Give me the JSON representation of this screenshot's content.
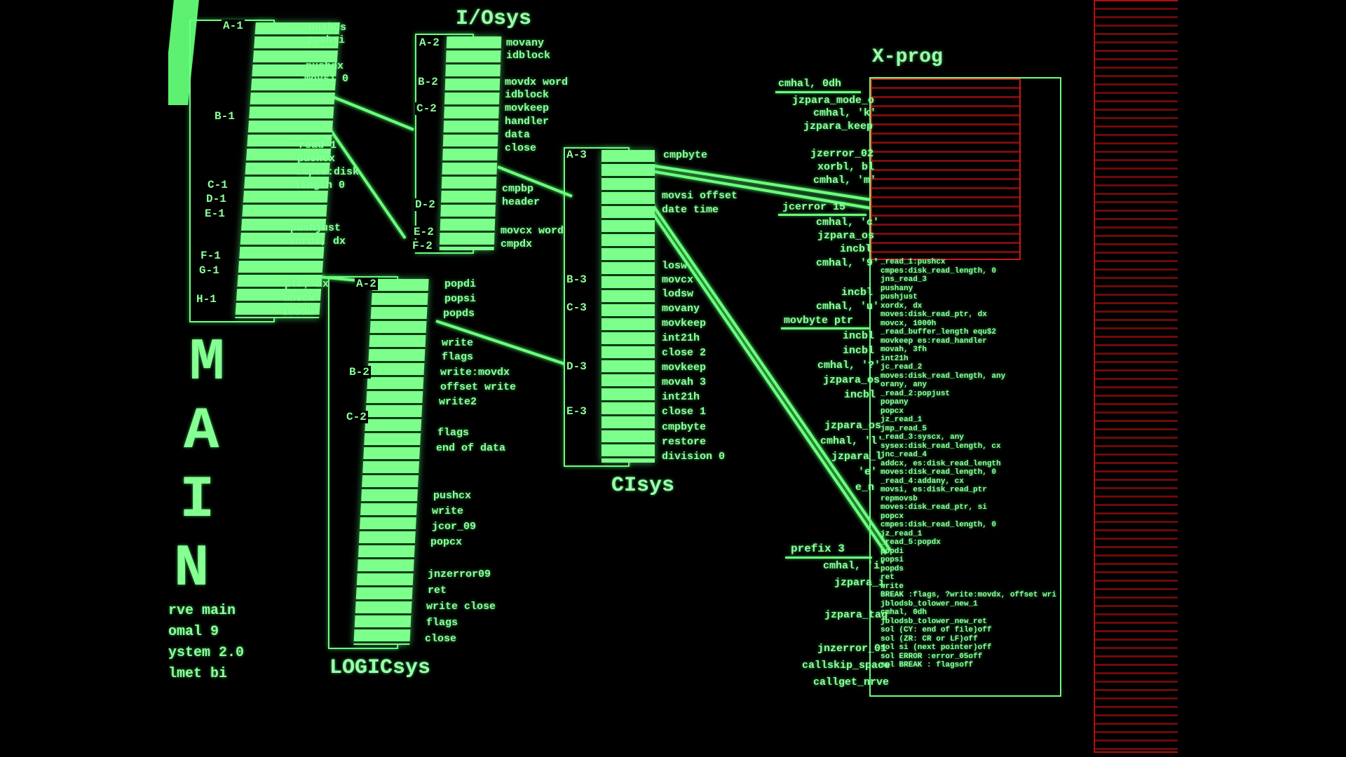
{
  "titles": {
    "io": "I/Osys",
    "ci": "CIsys",
    "logic": "LOGICsys",
    "xprog": "X-prog",
    "main": [
      "M",
      "A",
      "I",
      "N"
    ]
  },
  "main_tags": [
    "A-1",
    "B-1",
    "C-1",
    "D-1",
    "E-1",
    "F-1",
    "G-1",
    "H-1"
  ],
  "main_labels": [
    "pushds",
    "pushsi",
    "pushdx",
    "movsi 0",
    "read 1",
    "pushcx",
    "cmpes:disk",
    "length 0",
    "pushjust",
    "xordx, dx",
    "ptr, dx",
    "movcx",
    "1000h"
  ],
  "main_footer": [
    "rve main",
    "omal 9",
    "ystem 2.0",
    "lmet bi"
  ],
  "io_tags": [
    "A-2",
    "B-2",
    "C-2",
    "D-2",
    "E-2",
    "F-2"
  ],
  "io_labels": [
    "movany",
    "idblock",
    "movdx word",
    "idblock",
    "movkeep",
    "handler",
    "data",
    "close",
    "cmpbp",
    "header",
    "movcx word",
    "cmpdx"
  ],
  "logic_tags": [
    "A-2",
    "B-2",
    "C-2"
  ],
  "logic_labels": [
    "popdi",
    "popsi",
    "popds",
    "write",
    "flags",
    "write:movdx",
    "offset write",
    "write2",
    "flags",
    "end of data",
    "pushcx",
    "write",
    "jcor_09",
    "popcx",
    "jnzerror09",
    "ret",
    "write close",
    "flags",
    "close"
  ],
  "ci_tags": [
    "A-3",
    "B-3",
    "C-3",
    "D-3",
    "E-3"
  ],
  "ci_labels": [
    "cmpbyte",
    "movsi offset",
    "date time",
    "losw",
    "movcx",
    "lodsw",
    "movany",
    "movkeep",
    "int21h",
    "close 2",
    "movkeep",
    "movah 3",
    "int21h",
    "close 1",
    "cmpbyte",
    "restore",
    "division 0"
  ],
  "x_left": [
    "cmhal, 0dh",
    "jzpara_mode_o",
    "cmhal, 'k'",
    "jzpara_keep",
    "jzerror_02",
    "xorbl, bl",
    "cmhal, 'm'",
    "jcerror 15",
    "cmhal, 'c'",
    "jzpara_os",
    "incbl",
    "cmhal, '9'",
    "incbl",
    "cmhal, 'u'",
    "movbyte ptr",
    "incbl",
    "incbl",
    "cmhal, '?'",
    "jzpara_os",
    "incbl",
    "jzpara_os",
    "cmhal, 'l'",
    "jzpara_l",
    "'e'",
    "e_n",
    "prefix 3",
    "cmhal, 'i'",
    "jzpara_i",
    "jzpara_tag",
    "jnzerror_01",
    "callskip_space",
    "callget_nrve"
  ],
  "x_code": [
    "_read_1:pushcx",
    "cmpes:disk_read_length, 0",
    "jns_read_3",
    "pushany",
    "pushjust",
    "xordx, dx",
    "moves:disk_read_ptr, dx",
    "movcx, 1000h",
    "_read_buffer_length equ$2",
    "movkeep es:read_handler",
    "movah, 3fh",
    "int21h",
    "jc_read_2",
    "moves:disk_read_length, any",
    "orany, any",
    "_read_2:popjust",
    "popany",
    "popcx",
    "jz_read_1",
    "jmp_read_5",
    "_read_3:syscx, any",
    "sysex:disk_read_length, cx",
    "jnc_read_4",
    "addcx, es:disk_read_length",
    "moves:disk_read_length, 0",
    "_read_4:addany, cx",
    "movsi, es:disk_read_ptr",
    "repmovsb",
    "moves:disk_read_ptr, si",
    "popcx",
    "cmpes:disk_read_length, 0",
    "jz_read_1",
    "_read_5:popdx",
    "popdi",
    "popsi",
    "popds",
    "ret",
    "write",
    "BREAK :flags, ?write:movdx, offset wri",
    "jblodsb_tolower_new_1",
    "cmhal, 0dh",
    "jblodsb_tolower_new_ret",
    "sol (CY: end of file)off",
    "sol (ZR: CR or LF)off",
    "sol si (next pointer)off",
    "sol ERROR :error_05off",
    "sol BREAK : flagsoff"
  ]
}
